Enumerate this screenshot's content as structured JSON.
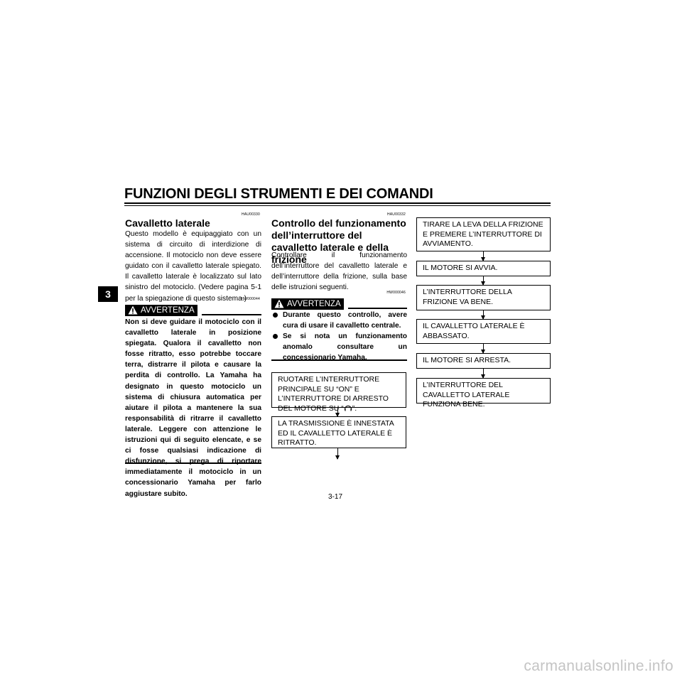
{
  "header": {
    "title": "FUNZIONI DEGLI STRUMENTI E DEI COMANDI"
  },
  "chapter_tab": "3",
  "col1": {
    "code": "HAU00330",
    "heading": "Cavalletto laterale",
    "body": "Questo modello è equipaggiato con un sistema di circuito di interdizione di accensione. Il motociclo non deve essere guidato con il cavalletto laterale spiegato. Il cavalletto laterale è localizzato sul lato sinistro del motociclo. (Vedere pagina 5-1 per la spiegazione di questo sistema.)",
    "warn_code": "HW000044",
    "warn_label": "AVVERTENZA",
    "warning_text": "Non si deve guidare il motociclo con il cavalletto laterale in posizione spiegata. Qualora il cavalletto non fosse ritratto, esso potrebbe toccare terra, distrarre il pilota e causare la perdita di controllo. La Yamaha ha designato in questo motociclo un sistema di chiusura automatica per aiutare il pilota a mantenere la sua responsabilità di ritrarre il cavalletto laterale. Leggere con attenzione le istruzioni qui di seguito elencate, e se ci fosse qualsiasi indicazione di disfunzione, si prega di riportare immediatamente il motociclo in un concessionario Yamaha per farlo aggiustare subito."
  },
  "col2": {
    "code": "HAU00332",
    "heading": "Controllo del funzionamento dell’interruttore del cavalletto laterale e della frizione",
    "body": "Controllare il funzionamento dell’interruttore del cavalletto laterale e dell’interruttore della frizione, sulla base delle istruzioni seguenti.",
    "warn_code": "HW000046",
    "warn_label": "AVVERTENZA",
    "bullets": [
      "Durante questo controllo, avere cura di usare il cavalletto centrale.",
      "Se si nota un funzionamento anomalo consultare un concessionario Yamaha."
    ],
    "box1": "RUOTARE L’INTERRUTTORE PRINCIPALE SU “ON” E L’INTERRUTTORE DI ARRESTO DEL MOTORE SU “",
    "box1_end": "”.",
    "box2": "LA TRASMISSIONE È INNESTATA ED IL CAVALLETTO LATERALE È RITRATTO."
  },
  "col3": {
    "steps": [
      "TIRARE LA LEVA DELLA FRIZIONE E PREMERE L’INTERRUTTORE DI AVVIAMENTO.",
      "IL MOTORE SI AVVIA.",
      "L’INTERRUTTORE DELLA FRIZIONE VA BENE.",
      "IL CAVALLETTO LATERALE È ABBASSATO.",
      "IL MOTORE SI ARRESTA.",
      "L’INTERRUTTORE DEL CAVALLETTO LATERALE FUNZIONA BENE."
    ]
  },
  "footer": {
    "page": "3-17",
    "watermark": "carmanualsonline.info"
  }
}
